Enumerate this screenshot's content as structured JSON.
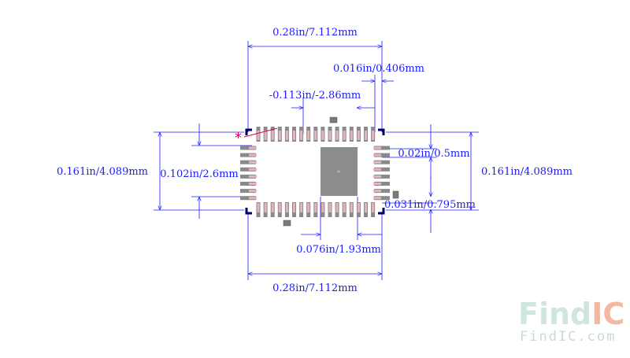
{
  "dimensions": {
    "top_width": "0.28in/7.112mm",
    "pad_width": "0.016in/0.406mm",
    "offset": "-0.113in/-2.86mm",
    "left_height": "0.161in/4.089mm",
    "inner_height": "0.102in/2.6mm",
    "pitch": "0.02in/0.5mm",
    "right_height": "0.161in/4.089mm",
    "pad_length": "0.031in/0.795mm",
    "ep_width": "0.076in/1.93mm",
    "bottom_width": "0.28in/7.112mm"
  },
  "watermark": {
    "brand_left": "Find",
    "brand_right": "IC",
    "url": "FindIC.com"
  },
  "pin1_marker": "*",
  "colors": {
    "dimension": "#1a1aff",
    "pad_fill": "#8a8a8a",
    "pad_highlight": "#e6b4bc",
    "exposed_pad": "#8c8c8c",
    "corner": "#000066",
    "pin1": "#e0004a",
    "logo_left": "#cfe6e0",
    "logo_right": "#f3b9a0"
  }
}
